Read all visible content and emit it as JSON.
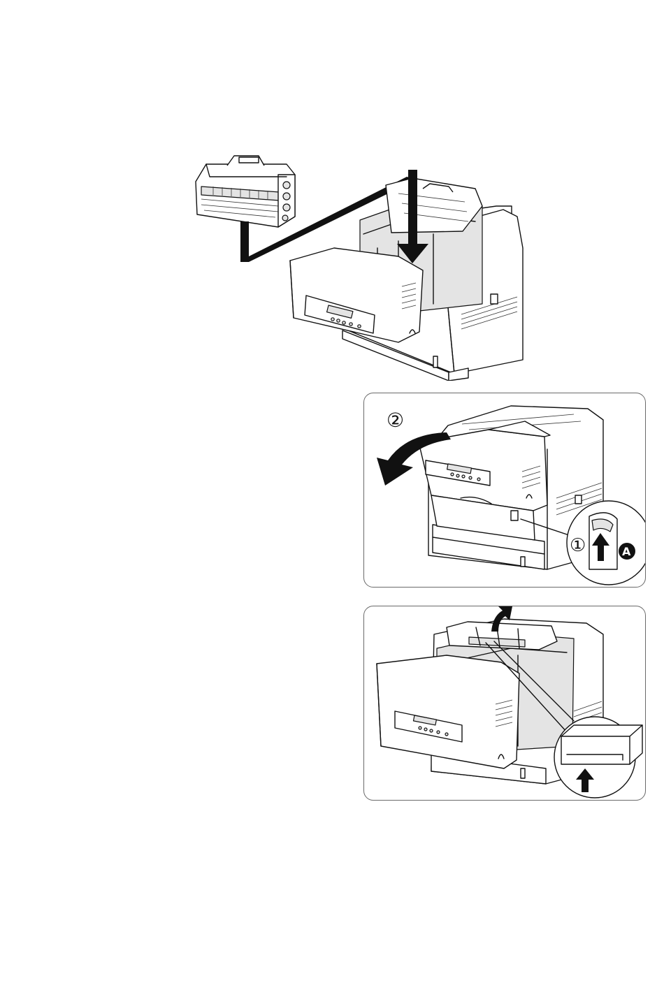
{
  "steps": {
    "open_step_number": "②",
    "latch_step_number": "①",
    "latch_callout_letter": "A"
  }
}
